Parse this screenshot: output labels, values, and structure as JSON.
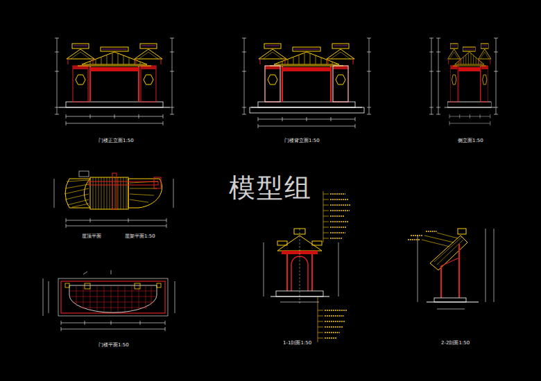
{
  "diagram": {
    "labels": [
      "门楼正立面1:50",
      "门楼背立面1:50",
      "侧立面1:50",
      "屋顶平面",
      "屋架平面1:50",
      "门楼平面1:50",
      "1-1剖面1:50",
      "2-2剖面1:50",
      "模型组"
    ]
  }
}
